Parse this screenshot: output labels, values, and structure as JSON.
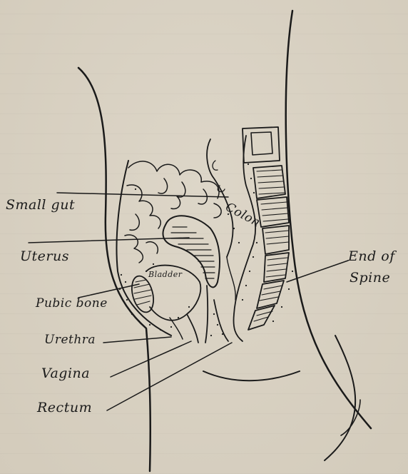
{
  "labels": {
    "small_gut": "Small gut",
    "uterus": "Uterus",
    "pubic_bone": "Pubic bone",
    "urethra": "Urethra",
    "vagina": "Vagina",
    "rectum": "Rectum",
    "colon": "Colon",
    "bladder": "Bladder",
    "end_of": "End of",
    "spine": "Spine"
  }
}
